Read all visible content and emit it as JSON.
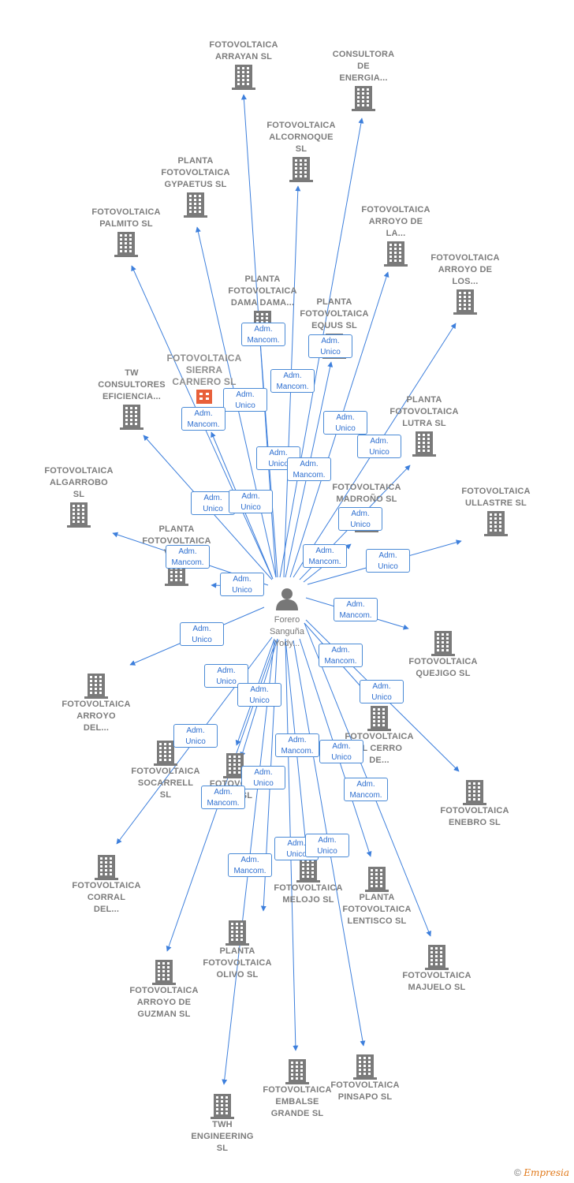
{
  "colors": {
    "edge": "#3d7fdc",
    "building": "#7a7a7a",
    "focus": "#e8603a",
    "text": "#7c7c7c"
  },
  "person": {
    "label": "Forero\nSanguña\nYody...",
    "icon": "person-icon"
  },
  "focus_company": {
    "label": "FOTOVOLTAICA\nSIERRA\nCARNERO SL"
  },
  "companies": [
    {
      "label": "FOTOVOLTAICA\nARRAYAN SL"
    },
    {
      "label": "CONSULTORA\nDE\nENERGIA..."
    },
    {
      "label": "FOTOVOLTAICA\nALCORNOQUE\nSL"
    },
    {
      "label": "PLANTA\nFOTOVOLTAICA\nGYPAETUS SL"
    },
    {
      "label": "FOTOVOLTAICA\nPALMITO SL"
    },
    {
      "label": "FOTOVOLTAICA\nARROYO DE\nLA..."
    },
    {
      "label": "FOTOVOLTAICA\nARROYO DE\nLOS..."
    },
    {
      "label": "PLANTA\nFOTOVOLTAICA\nDAMA DAMA..."
    },
    {
      "label": "PLANTA\nFOTOVOLTAICA\nEQUUS SL"
    },
    {
      "label": "TW\nCONSULTORES\nEFICIENCIA..."
    },
    {
      "label": "PLANTA\nFOTOVOLTAICA\nLUTRA SL"
    },
    {
      "label": "FOTOVOLTAICA\nALGARROBO\nSL"
    },
    {
      "label": "FOTOVOLTAICA\nMADROÑO SL"
    },
    {
      "label": "FOTOVOLTAICA\nULLASTRE SL"
    },
    {
      "label": "PLANTA\nFOTOVOLTAICA\nVUL..."
    },
    {
      "label": "FOTOVOLTAICA\nQUEJIGO SL"
    },
    {
      "label": "FOTOVOLTAICA\nARROYO\nDEL..."
    },
    {
      "label": "FOTOVOLTAICA\nEL CERRO\nDE..."
    },
    {
      "label": "FOTOVOLTAICA\nSOCARRELL\nSL"
    },
    {
      "label": "FOTOVOL...\n...RO SL"
    },
    {
      "label": "FOTOVOLTAICA\nENEBRO SL"
    },
    {
      "label": "FOTOVOLTAICA\nCORRAL\nDEL..."
    },
    {
      "label": "FOTOVOLTAICA\nMELOJO SL"
    },
    {
      "label": "PLANTA\nFOTOVOLTAICA\nLENTISCO SL"
    },
    {
      "label": "PLANTA\nFOTOVOLTAICA\nOLIVO SL"
    },
    {
      "label": "FOTOVOLTAICA\nARROYO DE\nGUZMAN SL"
    },
    {
      "label": "FOTOVOLTAICA\nMAJUELO SL"
    },
    {
      "label": "FOTOVOLTAICA\nEMBALSE\nGRANDE SL"
    },
    {
      "label": "FOTOVOLTAICA\nPINSAPO SL"
    },
    {
      "label": "TWH\nENGINEERING\nSL"
    }
  ],
  "badges": [
    "Adm.\nMancom.",
    "Adm.\nUnico",
    "Adm.\nMancom.",
    "Adm.\nUnico",
    "Adm.\nMancom.",
    "Adm.\nUnico",
    "Adm.\nUnico",
    "Adm.\nUnico",
    "Adm.\nMancom.",
    "Adm.\nUnico",
    "Adm.\nUnico",
    "Adm.\nUnico",
    "Adm.\nMancom.",
    "Adm.\nUnico",
    "Adm.\nMancom.",
    "Adm.\nUnico",
    "Adm.\nUnico",
    "Adm.\nMancom.",
    "Adm.\nUnico",
    "Adm.\nUnico",
    "Adm.\nUnico",
    "Adm.\nUnico",
    "Adm.\nMancom.",
    "Adm.\nMancom.",
    "Adm.\nUnico",
    "Adm.\nUnico",
    "Adm.\nMancom.",
    "Adm.\nUnico",
    "Adm.\nMancom.",
    "Adm.\nMancom.",
    "Adm.\nUnico"
  ],
  "footer": {
    "copyright": "©",
    "brand": "Empresia"
  }
}
